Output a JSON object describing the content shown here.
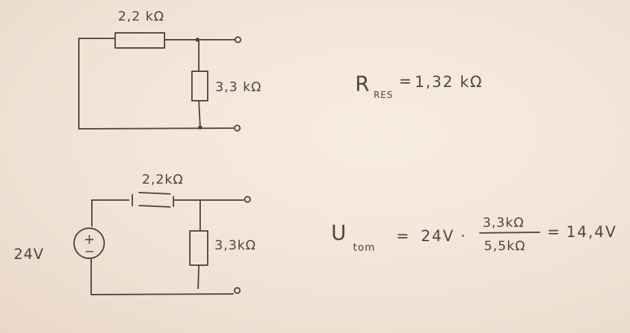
{
  "circuit_top": {
    "r1_label": "2,2 kΩ",
    "r2_label": "3,3 kΩ",
    "result": {
      "symbol": "R",
      "subscript": "RES",
      "equals": "=",
      "value": "1,32 kΩ"
    }
  },
  "circuit_bottom": {
    "source_label": "24V",
    "source_plus": "+",
    "source_minus": "−",
    "r1_label": "2,2kΩ",
    "r2_label": "3,3kΩ",
    "equation": {
      "symbol": "U",
      "subscript": "tom",
      "equals": "=",
      "factor": "24V ·",
      "numerator": "3,3kΩ",
      "denominator": "5,5kΩ",
      "equals2": "=",
      "result": "14,4V"
    }
  },
  "colors": {
    "ink": "#4d4742",
    "paper": "#f2e4d8"
  }
}
